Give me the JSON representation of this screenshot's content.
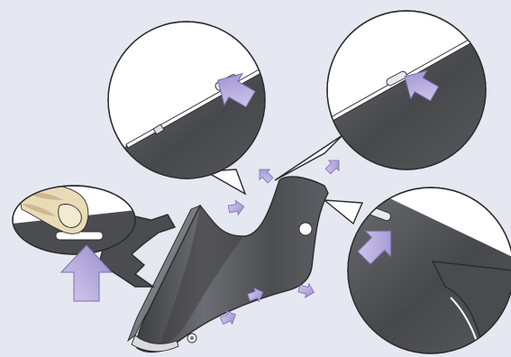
{
  "figure": {
    "kind": "instructional-illustration",
    "colors": {
      "background": "#e5e7f1",
      "panel_dark": "#4a4b4f",
      "panel_mid": "#5b5c61",
      "callout_fill": "#ffffff",
      "outline": "#2b2b2b",
      "arrow_fill": "#b6a9d8",
      "arrow_edge": "#8d7fbf",
      "skin": "#eadbb7",
      "skin_shadow": "#cdb98f"
    },
    "icons": [
      "release-slot-icon",
      "press-arrow-icon",
      "finger-icon",
      "release-direction-icon"
    ],
    "callouts": 4,
    "press_arrows": 10
  }
}
